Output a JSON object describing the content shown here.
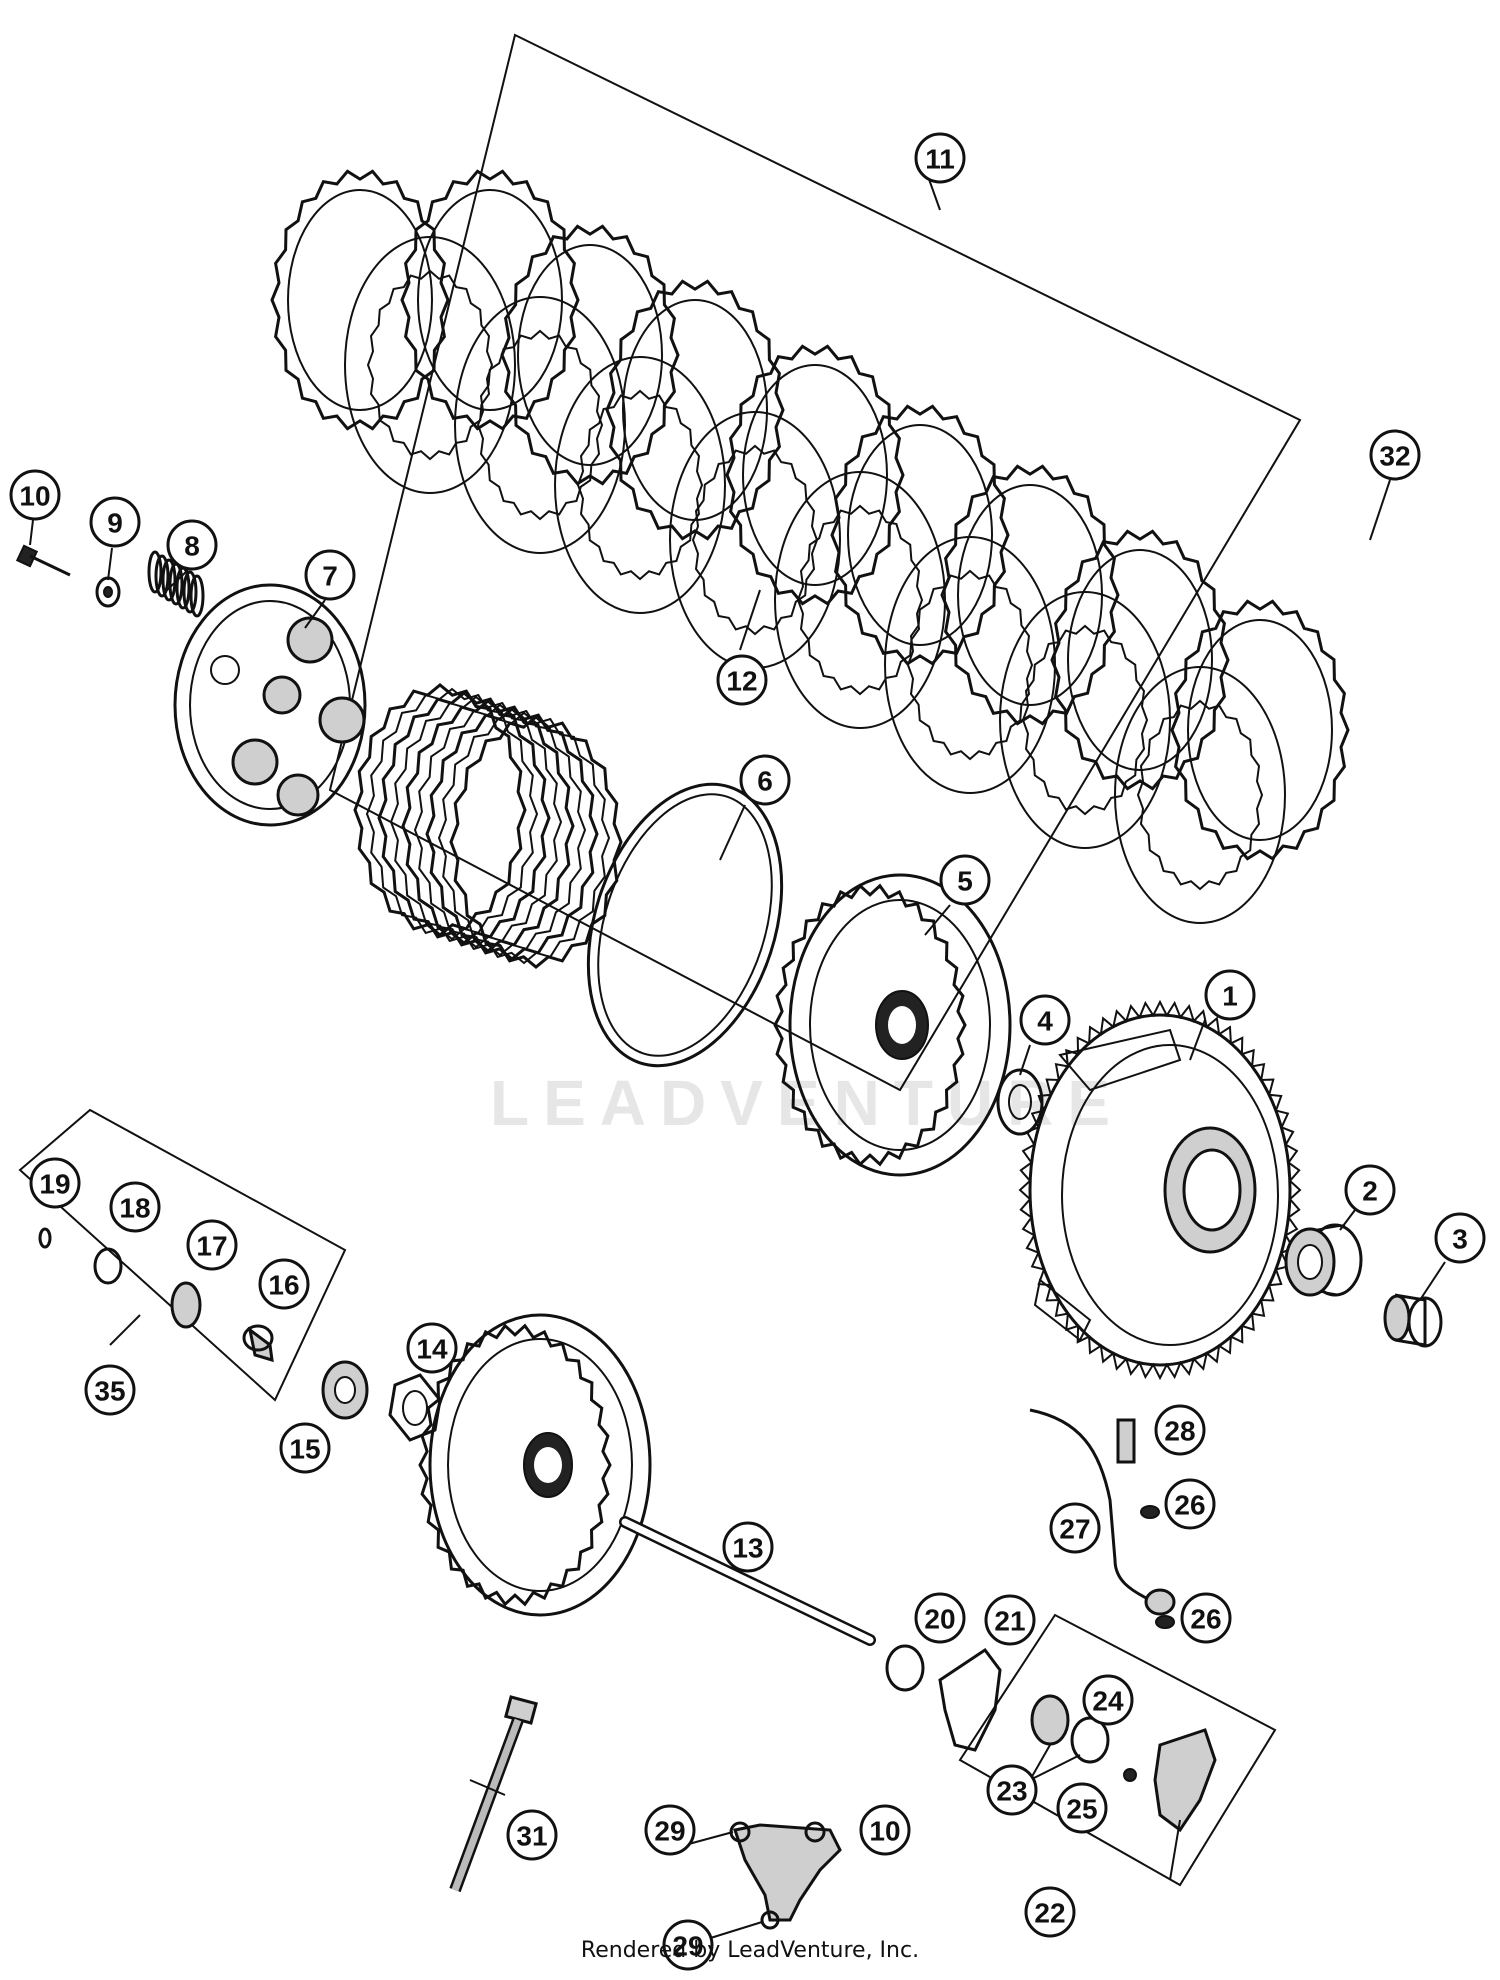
{
  "watermark": "LEADVENTURE",
  "footer": "Rendered by LeadVenture, Inc.",
  "callouts": [
    "1",
    "2",
    "3",
    "4",
    "5",
    "6",
    "7",
    "8",
    "9",
    "10",
    "10",
    "11",
    "12",
    "13",
    "14",
    "15",
    "16",
    "17",
    "18",
    "19",
    "20",
    "21",
    "22",
    "23",
    "24",
    "25",
    "26",
    "26",
    "27",
    "28",
    "29",
    "29",
    "31",
    "32",
    "35"
  ]
}
